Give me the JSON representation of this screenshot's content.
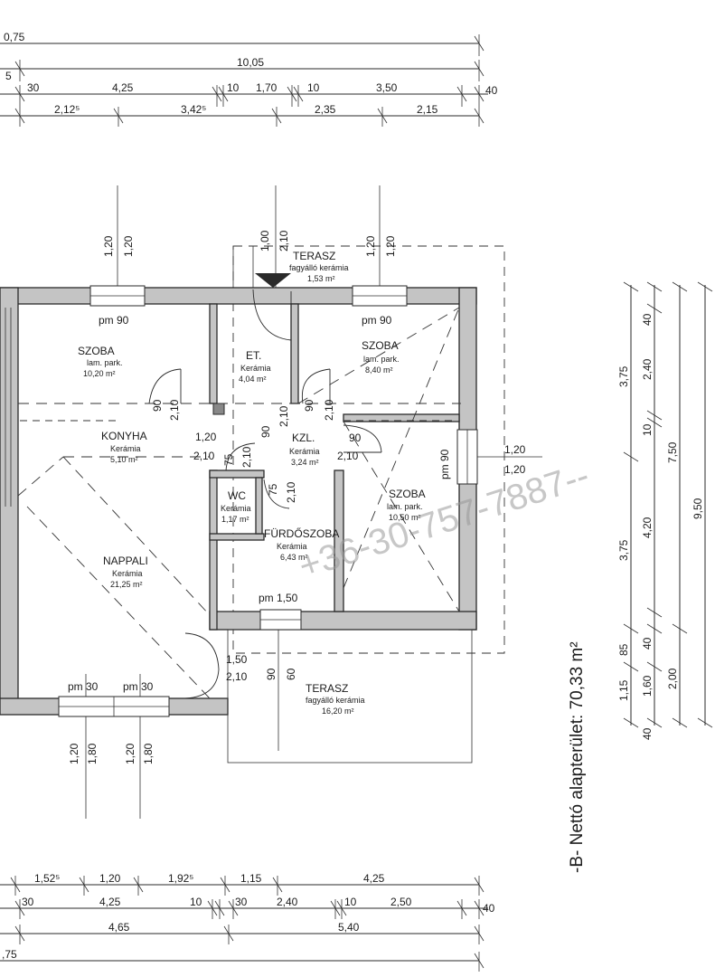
{
  "dimensions": {
    "top": {
      "row1": [
        "0,75"
      ],
      "row2": [
        "5",
        "10,05"
      ],
      "row3": [
        "30",
        "4,25",
        "10",
        "1,70",
        "10",
        "3,50",
        "40"
      ],
      "row4": [
        "2,12⁵",
        "3,42⁵",
        "2,35",
        "2,15"
      ]
    },
    "bottom": {
      "row1": [
        "1,52⁵",
        "1,20",
        "1,92⁵",
        "1,15",
        "4,25"
      ],
      "row2": [
        "30",
        "4,25",
        "10",
        "30",
        "2,40",
        "10",
        "2,50",
        "40"
      ],
      "row3": [
        "4,65",
        "5,40"
      ],
      "row4": [
        ",75"
      ]
    },
    "right": {
      "col1": [
        "3,75",
        "3,75"
      ],
      "col2": [
        "40",
        "2,40",
        "10",
        "4,20",
        "85",
        "40",
        "1,15",
        "40"
      ],
      "col3": [
        "7,50",
        "1,60",
        "2,00"
      ],
      "col4": [
        "9,50"
      ]
    },
    "openings": {
      "top_left_window": [
        "1,20",
        "1,20"
      ],
      "entrance": [
        "1,00",
        "2,10"
      ],
      "top_right_window": [
        "1,20",
        "1,20"
      ],
      "bottom_window_1": [
        "1,20",
        "1,80"
      ],
      "bottom_window_2": [
        "1,20",
        "1,80"
      ],
      "szoba_left_door": [
        "90",
        "2,10"
      ],
      "szoba_right_door": [
        "90",
        "2,10"
      ],
      "kitchen_door": [
        "1,20",
        "2,10"
      ],
      "kzl_center": [
        "90",
        "2,10"
      ],
      "kzl_right": [
        "90",
        "2,10"
      ],
      "wc_door": [
        "75",
        "2,10"
      ],
      "bath_door": [
        "75",
        "2,10"
      ],
      "terrace_door_left": [
        "1,50",
        "2,10"
      ],
      "terrace_door_right": [
        "90",
        "60"
      ],
      "east_window": [
        "1,20",
        "1,20"
      ]
    }
  },
  "rooms": {
    "szoba1": {
      "name": "SZOBA",
      "floor": "lam. park.",
      "area": "10,20 m²",
      "window": "pm 90"
    },
    "et": {
      "name": "ET.",
      "floor": "Kerámia",
      "area": "4,04 m²"
    },
    "szoba2": {
      "name": "SZOBA",
      "floor": "lam. park.",
      "area": "8,40 m²",
      "window": "pm 90"
    },
    "konyha": {
      "name": "KONYHA",
      "floor": "Kerámia",
      "area": "5,10 m²"
    },
    "kzl": {
      "name": "KZL.",
      "floor": "Kerámia",
      "area": "3,24 m²"
    },
    "szoba3": {
      "name": "SZOBA",
      "floor": "lam. park.",
      "area": "10,50 m²",
      "window": "pm 90"
    },
    "wc": {
      "name": "WC",
      "floor": "Kerámia",
      "area": "1,17 m²"
    },
    "furdo": {
      "name": "FÜRDŐSZOBA",
      "floor": "Kerámia",
      "area": "6,43 m²",
      "window": "pm 1,50"
    },
    "nappali": {
      "name": "NAPPALI",
      "floor": "Kerámia",
      "area": "21,25 m²",
      "window1": "pm 30",
      "window2": "pm 30"
    },
    "terasz_top": {
      "name": "TERASZ",
      "floor": "fagyálló kerámia",
      "area": "1,53 m²"
    },
    "terasz_bottom": {
      "name": "TERASZ",
      "floor": "fagyálló kerámia",
      "area": "16,20 m²"
    }
  },
  "side_label": "-B-  Nettó alapterület: 70,33 m²",
  "watermark": "+36-30-757-7887--"
}
